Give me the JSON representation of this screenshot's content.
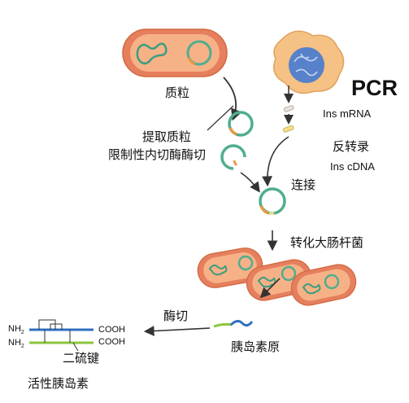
{
  "labels": {
    "plasmid": "质粒",
    "extract_plasmid": "提取质粒",
    "restriction_digest": "限制性内切酶酶切",
    "pcr": "PCR",
    "ins_mrna": "Ins mRNA",
    "reverse_transcription": "反转录",
    "ins_cdna": "Ins cDNA",
    "ligation": "连接",
    "transform_ecoli": "转化大肠杆菌",
    "enzyme_cut": "酶切",
    "proinsulin": "胰岛素原",
    "disulfide_bond": "二硫键",
    "active_insulin": "活性胰岛素",
    "nh2_top": "NH",
    "nh2_bottom": "NH",
    "nh2_sub": "2",
    "cooh_top": "COOH",
    "cooh_bottom": "COOH"
  },
  "colors": {
    "bacteria_outer": "#e8805f",
    "bacteria_inner": "#f6b086",
    "plasmid_ring": "#4fae8e",
    "insert_segment": "#e79a45",
    "nucleoid": "#3fae8c",
    "cell_body": "#f5c184",
    "nucleus": "#4c78c4",
    "chain_blue": "#2f6fbf",
    "chain_green": "#8cc63f",
    "arrow": "#333333"
  }
}
